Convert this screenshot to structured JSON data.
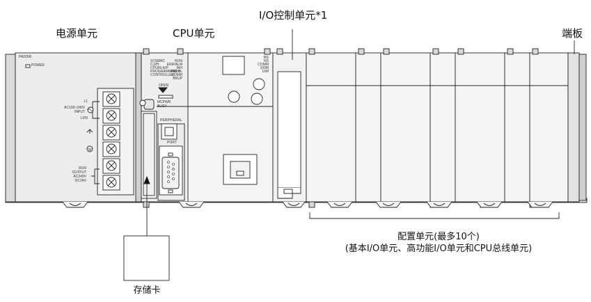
{
  "labels": {
    "power_unit": "电源单元",
    "cpu_unit": "CPU单元",
    "io_control_unit": "I/O控制单元*1",
    "end_cover": "端板",
    "config_units_line1": "配置单元(最多10个)",
    "config_units_line2": "(基本I/O单元、高功能I/O单元和CPU总线单元)",
    "memory_card": "存储卡"
  },
  "power_unit": {
    "model": "PA205R",
    "power_led": "POWER",
    "terminal_l1": "L1",
    "input_lines": [
      "AC100~240V",
      "INPUT"
    ],
    "terminal_l2n": "L2/N",
    "output_lines": [
      "RUN",
      "OUTPUT",
      "AC240V",
      "DC24V"
    ]
  },
  "cpu_unit": {
    "front_text": [
      "SYSMAC",
      "CJ2H",
      "CPU66-EIP",
      "PROGRAMMABLE",
      "CONTROLLER"
    ],
    "leds_left": [
      "RUN",
      "ERR/ALM",
      "INH",
      "PRPHL",
      "COMM",
      "BKUP"
    ],
    "leds_right": [
      "MS",
      "NS",
      "COMM",
      "100M",
      "10M"
    ],
    "open_label": "OPEN",
    "card_labels": [
      "MCPWR",
      "BUSY"
    ],
    "peripheral_label": "PERIPHERAL",
    "port_label": "PORT"
  }
}
